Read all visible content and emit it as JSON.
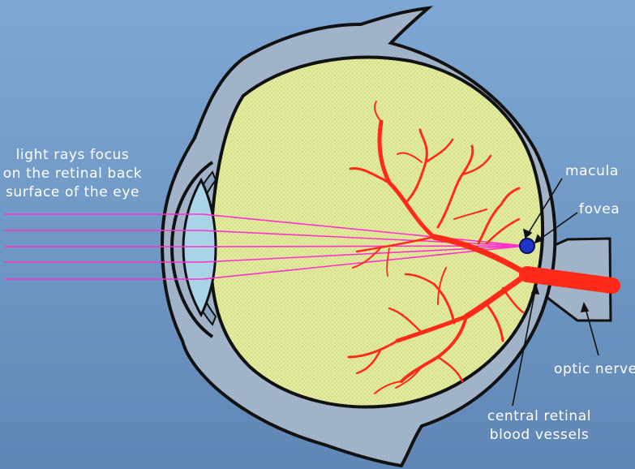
{
  "labels": {
    "light_rays": [
      "light rays focus",
      "on the retinal back",
      "surface of the eye"
    ],
    "macula": "macula",
    "fovea": "fovea",
    "optic_nerve": "optic nerve",
    "central_retinal": [
      "central retinal",
      "blood vessels"
    ]
  },
  "colors": {
    "background": "#6f97c4",
    "sclera": "#9fb3c9",
    "outline": "#111111",
    "vitreous": "#e8ef9a",
    "lens": "#a9d3e6",
    "blood_vessels": "#ff2a1a",
    "light_rays": "#ff33cc",
    "fovea_dot": "#1d35c8"
  }
}
